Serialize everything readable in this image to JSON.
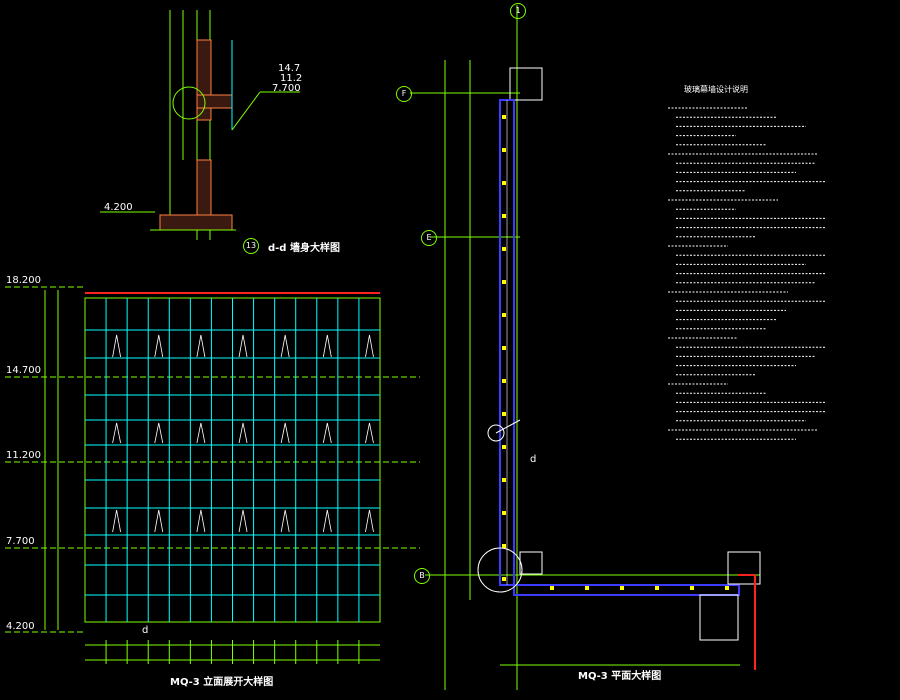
{
  "drawing": {
    "section_label_number": "13",
    "section_title": "d-d 墙身大样图",
    "elevation_title": "MQ-3 立面展开大样图",
    "plan_title": "MQ-3 平面大样图",
    "notes_title": "玻璃幕墙设计说明",
    "detail_marker": "d"
  },
  "levels": {
    "left": [
      "18.200",
      "14.700",
      "11.200",
      "7.700",
      "4.200"
    ],
    "section_top": [
      "14.7",
      "11.2",
      "7.700"
    ],
    "section_bottom": "4.200"
  },
  "grid_axes": [
    "1",
    "F",
    "E",
    "B"
  ],
  "colors": {
    "background": "#000000",
    "frame_green": "#7fff00",
    "mullion_cyan": "#00ffff",
    "transom_blue": "#3c3cff",
    "cut_red": "#ff2020",
    "text_white": "#ffffff",
    "hatch_orange": "#ff8040"
  }
}
